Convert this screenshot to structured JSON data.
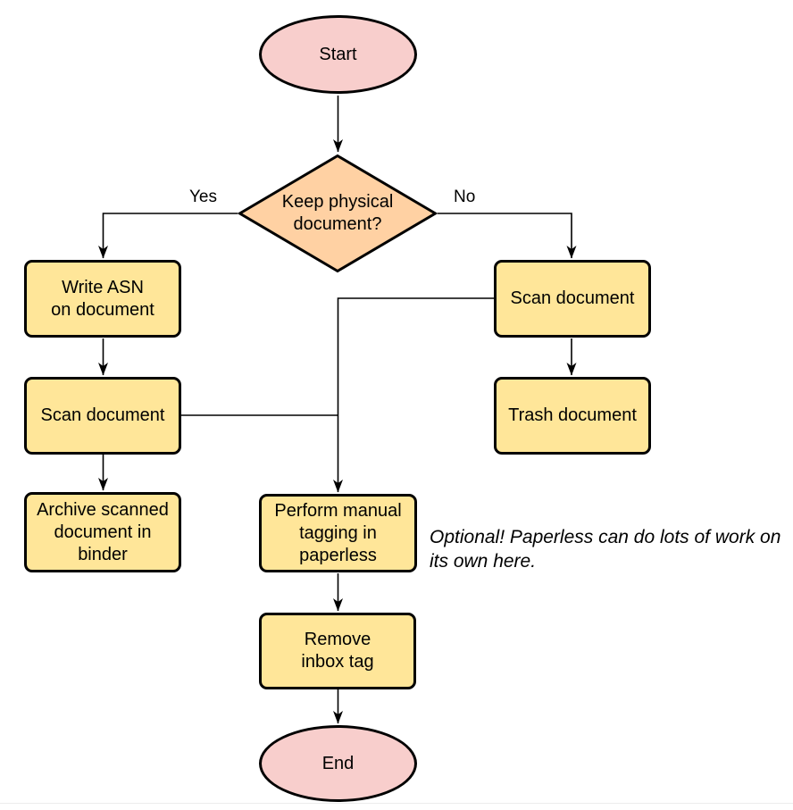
{
  "colors": {
    "terminal_fill": "#F8CECC",
    "process_fill": "#FFE699",
    "decision_fill": "#FFD1A3",
    "stroke_color": "#000000",
    "rule_color": "#ececec"
  },
  "nodes": {
    "start": {
      "label": "Start"
    },
    "decision": {
      "lines": [
        "Keep physical",
        "document?"
      ]
    },
    "write_asn": {
      "lines": [
        "Write ASN",
        "on document"
      ]
    },
    "scan_left": {
      "lines": [
        "Scan document"
      ]
    },
    "archive": {
      "lines": [
        "Archive scanned",
        "document in",
        "binder"
      ]
    },
    "scan_right": {
      "lines": [
        "Scan document"
      ]
    },
    "trash": {
      "lines": [
        "Trash document"
      ]
    },
    "tagging": {
      "lines": [
        "Perform manual",
        "tagging in",
        "paperless"
      ]
    },
    "remove_inbox": {
      "lines": [
        "Remove",
        "inbox tag"
      ]
    },
    "end": {
      "label": "End"
    }
  },
  "edge_labels": {
    "yes": "Yes",
    "no": "No"
  },
  "note": {
    "lines": [
      "Optional! Paperless can do lots of work on",
      "its own here."
    ]
  }
}
